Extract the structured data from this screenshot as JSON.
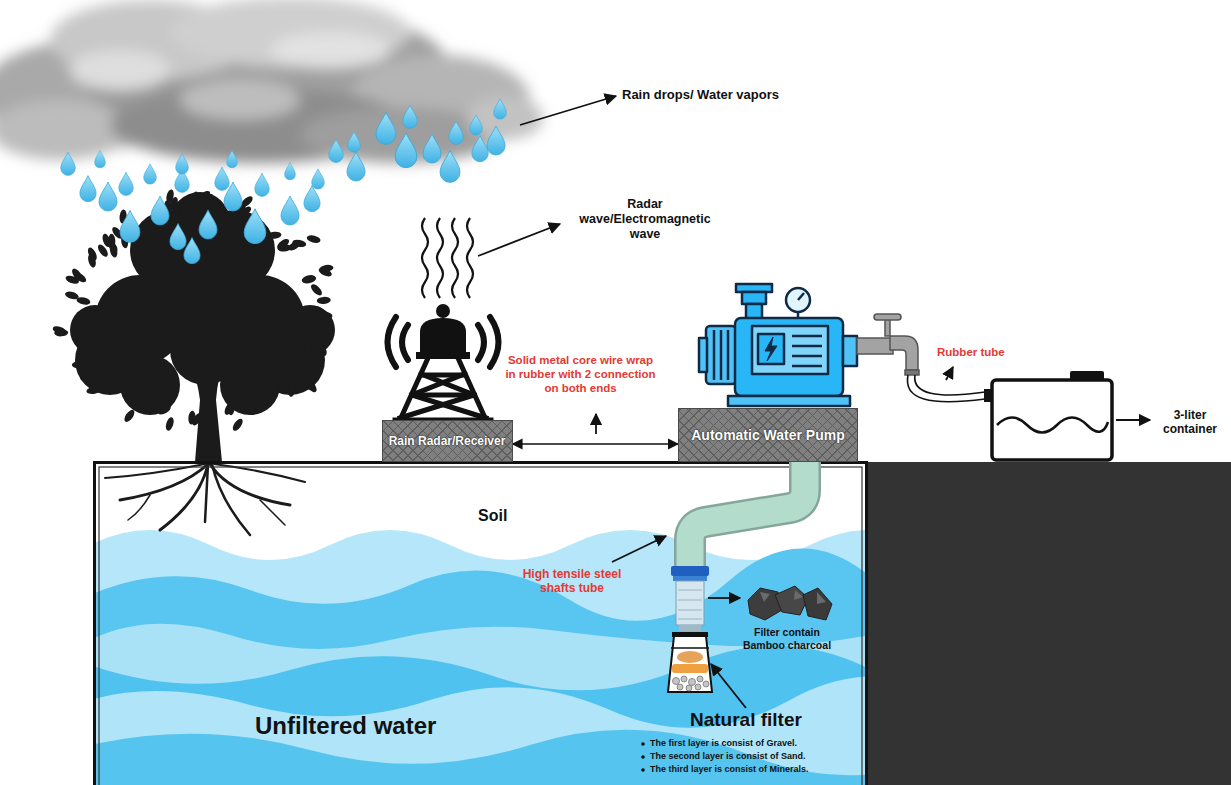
{
  "diagram": {
    "nodes": [
      {
        "text": [
          "Rain Radar/Receiver"
        ]
      },
      {
        "text": [
          "Automatic Water Pump"
        ]
      }
    ],
    "edges": [
      {
        "from": 0,
        "to": 1,
        "arrow": "both"
      }
    ],
    "labels": [
      "Rain drops/ Water vapors",
      "Radar wave/Electromagnetic wave",
      "Solid metal core wire wrap in rubber with 2 connection on both ends",
      "Rubber tube",
      "3-liter container",
      "Soil",
      "High tensile steel shafts tube",
      "Filter contain Bamboo charcoal",
      "Natural filter",
      "The first layer is consist of Gravel.",
      "The second layer is consist of Sand.",
      "The third layer is consist of Minerals.",
      "Unfiltered water"
    ]
  }
}
